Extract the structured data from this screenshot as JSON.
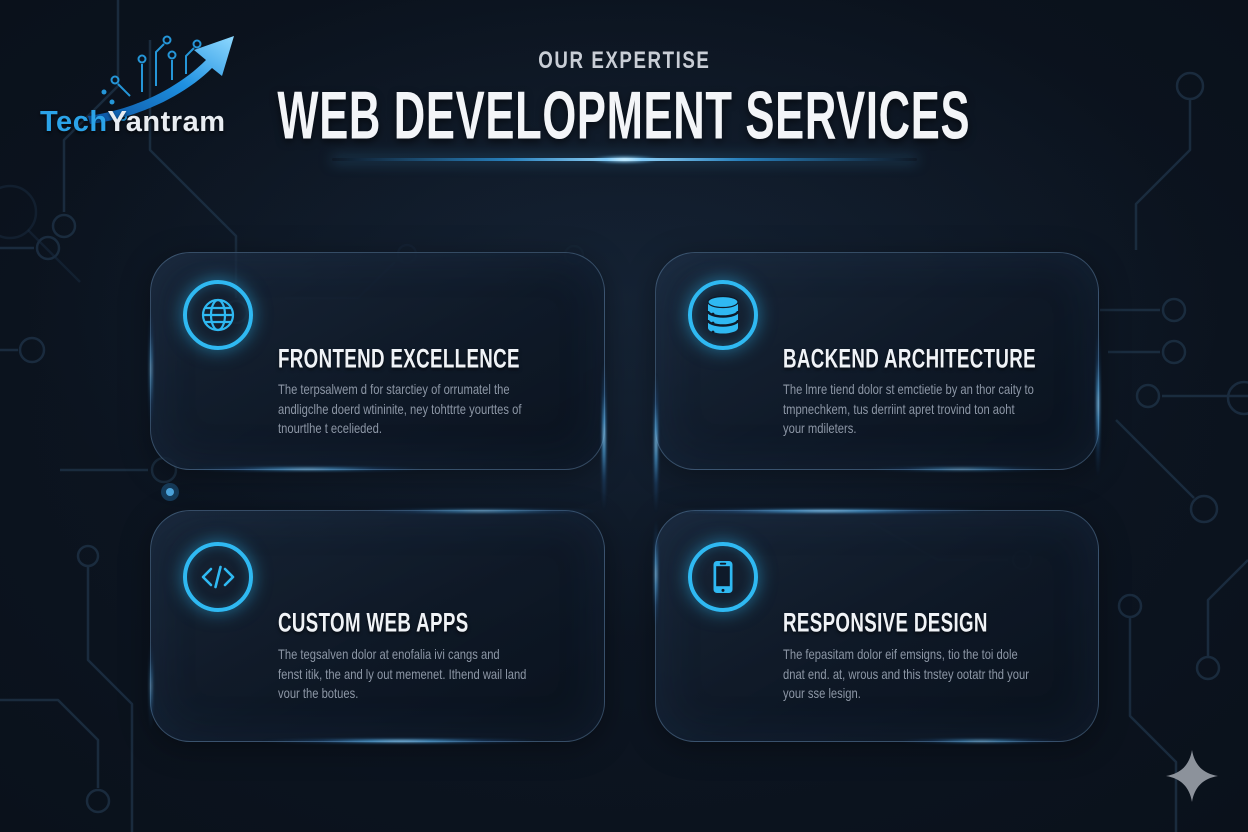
{
  "logo": {
    "tech": "Tech",
    "yantram": "Yantram",
    "icon": "circuit-arrow-icon"
  },
  "header": {
    "eyebrow": "OUR EXPERTISE",
    "title": "WEB DEVELOPMENT SERVICES"
  },
  "cards": [
    {
      "icon": "globe-icon",
      "title": "FRONTEND EXCELLENCE",
      "body": "The terpsalwem d for starctiey of orrumatel the\nandligclhe doerd wtininite, ney tohttrte yourttes of\ntnourtlhe t ecelieded."
    },
    {
      "icon": "database-icon",
      "title": "BACKEND ARCHITECTURE",
      "body": "The lmre tiend dolor st emctietie by an thor caity to\ntmpnechkem, tus derriint apret trovind ton aoht\nyour mdileters."
    },
    {
      "icon": "code-icon",
      "title": "CUSTOM WEB APPS",
      "body": "The tegsalven dolor at enofalia ivi cangs and\nfenst itik, the and ly out memenet. Ithend wail land\nvour the botues."
    },
    {
      "icon": "smartphone-icon",
      "title": "RESPONSIVE DESIGN",
      "body": "The fepasitam dolor eif emsigns, tio the toi dole\ndnat end. at, wrous and this tnstey ootatr thd your\nyour sse lesign."
    }
  ],
  "colors": {
    "accent_cyan": "#2fb9f2",
    "title_white": "#f3f5f8",
    "body_gray": "#8d97a6",
    "background": "#0a111b"
  },
  "decor": {
    "sparkle": "sparkle-icon"
  }
}
